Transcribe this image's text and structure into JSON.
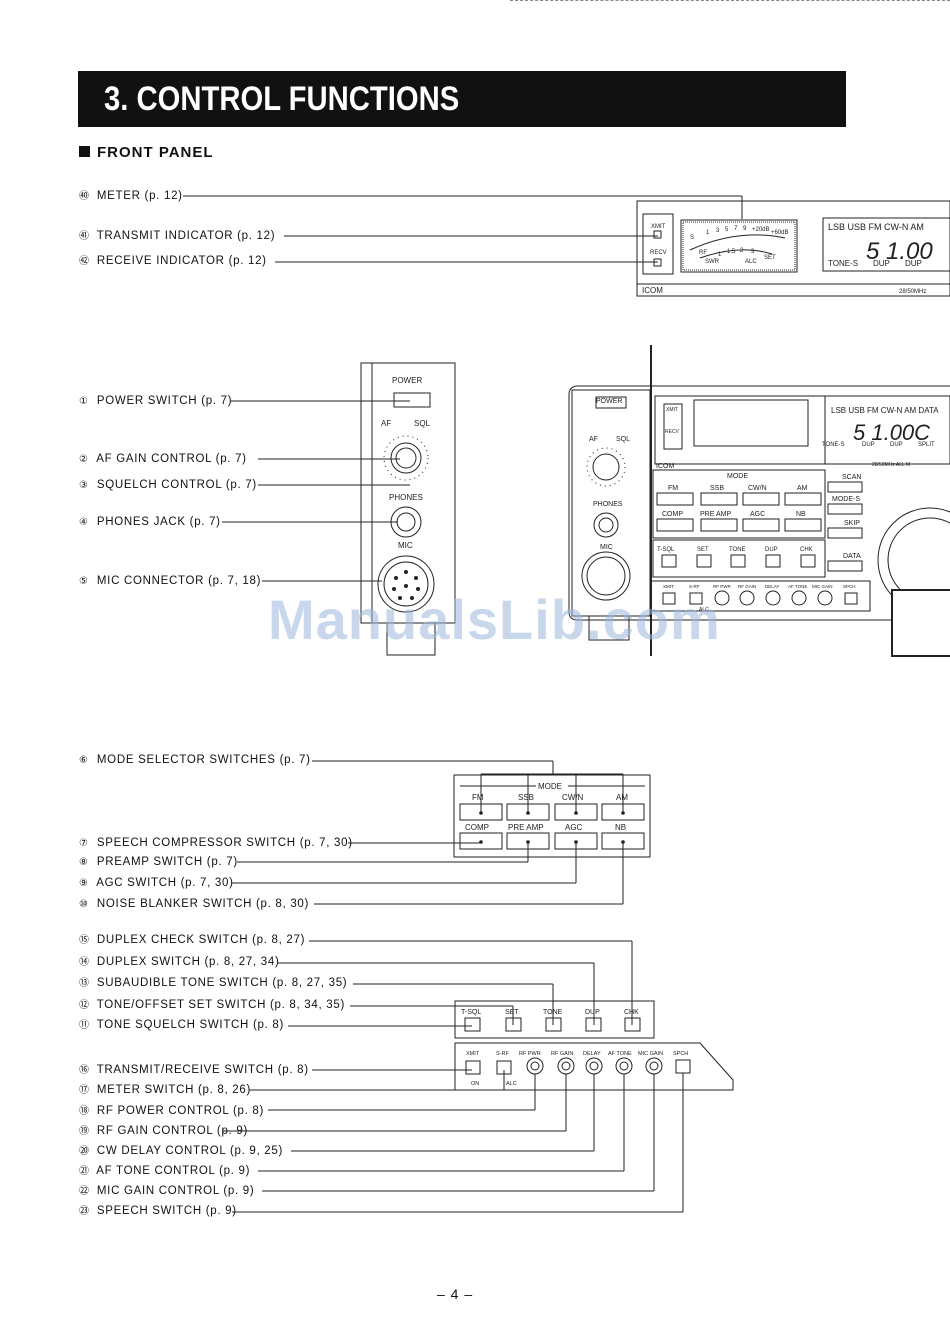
{
  "header": {
    "title": "3. CONTROL FUNCTIONS"
  },
  "section": {
    "title": "FRONT PANEL"
  },
  "callouts": [
    {
      "num": "㊵",
      "label": "METER (p. 12)"
    },
    {
      "num": "㊶",
      "label": "TRANSMIT INDICATOR (p. 12)"
    },
    {
      "num": "㊷",
      "label": "RECEIVE INDICATOR (p. 12)"
    },
    {
      "num": "①",
      "label": "POWER SWITCH (p. 7)"
    },
    {
      "num": "②",
      "label": "AF GAIN CONTROL (p. 7)"
    },
    {
      "num": "③",
      "label": "SQUELCH CONTROL (p. 7)"
    },
    {
      "num": "④",
      "label": "PHONES JACK (p. 7)"
    },
    {
      "num": "⑤",
      "label": "MIC CONNECTOR (p. 7, 18)"
    },
    {
      "num": "⑥",
      "label": "MODE SELECTOR SWITCHES (p. 7)"
    },
    {
      "num": "⑦",
      "label": "SPEECH COMPRESSOR SWITCH (p. 7, 30)"
    },
    {
      "num": "⑧",
      "label": "PREAMP SWITCH (p. 7)"
    },
    {
      "num": "⑨",
      "label": "AGC SWITCH (p. 7, 30)"
    },
    {
      "num": "⑩",
      "label": "NOISE BLANKER SWITCH (p. 8, 30)"
    },
    {
      "num": "⑮",
      "label": "DUPLEX CHECK SWITCH (p. 8, 27)"
    },
    {
      "num": "⑭",
      "label": "DUPLEX SWITCH (p. 8, 27, 34)"
    },
    {
      "num": "⑬",
      "label": "SUBAUDIBLE TONE SWITCH (p. 8, 27, 35)"
    },
    {
      "num": "⑫",
      "label": "TONE/OFFSET SET SWITCH (p. 8, 34, 35)"
    },
    {
      "num": "⑪",
      "label": "TONE SQUELCH SWITCH (p. 8)"
    },
    {
      "num": "⑯",
      "label": "TRANSMIT/RECEIVE SWITCH (p. 8)"
    },
    {
      "num": "⑰",
      "label": "METER SWITCH (p. 8, 26)"
    },
    {
      "num": "⑱",
      "label": "RF POWER CONTROL (p. 8)"
    },
    {
      "num": "⑲",
      "label": "RF GAIN CONTROL (p. 9)"
    },
    {
      "num": "⑳",
      "label": "CW DELAY CONTROL (p. 9, 25)"
    },
    {
      "num": "㉑",
      "label": "AF TONE CONTROL (p. 9)"
    },
    {
      "num": "㉒",
      "label": "MIC GAIN CONTROL (p. 9)"
    },
    {
      "num": "㉓",
      "label": "SPEECH SWITCH (p. 9)"
    }
  ],
  "panel_labels": {
    "xmit": "XMIT",
    "recv": "RECV",
    "meter_scale": [
      "S",
      "1",
      "3",
      "5",
      "7",
      "9",
      "+20dB",
      "+60dB"
    ],
    "meter_sub": [
      "RF",
      "SWR",
      "1",
      "1.5",
      "2",
      "3",
      "ALC",
      "SET"
    ],
    "display_modes": "LSB USB FM CW-N AM",
    "display_modes_2": "LSB USB FM CW-N AM DATA",
    "display_freq": "5 1.00",
    "display_freq_2": "5 1.00C",
    "display_flags": [
      "TONE-S",
      "DUP",
      "DUP",
      "SPLIT"
    ],
    "band": "28/50MHz",
    "band_2": "28/50MHz ALL M",
    "brand": "ICOM",
    "power": "POWER",
    "af_sql": "AF",
    "af_sql_2": "SQL",
    "phones": "PHONES",
    "mic": "MIC",
    "mode_title": "MODE",
    "mode_row1": [
      "FM",
      "SSB",
      "CW/N",
      "AM"
    ],
    "mode_row2": [
      "COMP",
      "PRE AMP",
      "AGC",
      "NB"
    ],
    "tone_row": [
      "T-SQL",
      "SET",
      "TONE",
      "DUP",
      "CHK"
    ],
    "side_buttons": [
      "SCAN",
      "MODE-S",
      "SKIP",
      "DATA"
    ],
    "bottom_row": [
      "XMIT",
      "S-RF",
      "RF PWR",
      "RF GAIN",
      "DELAY",
      "AF TONE",
      "MIC GAIN",
      "SPCH"
    ],
    "bottom_sub": [
      "ON",
      "ALC"
    ]
  },
  "watermark": "ManualsLib.com",
  "page_number": "– 4 –"
}
